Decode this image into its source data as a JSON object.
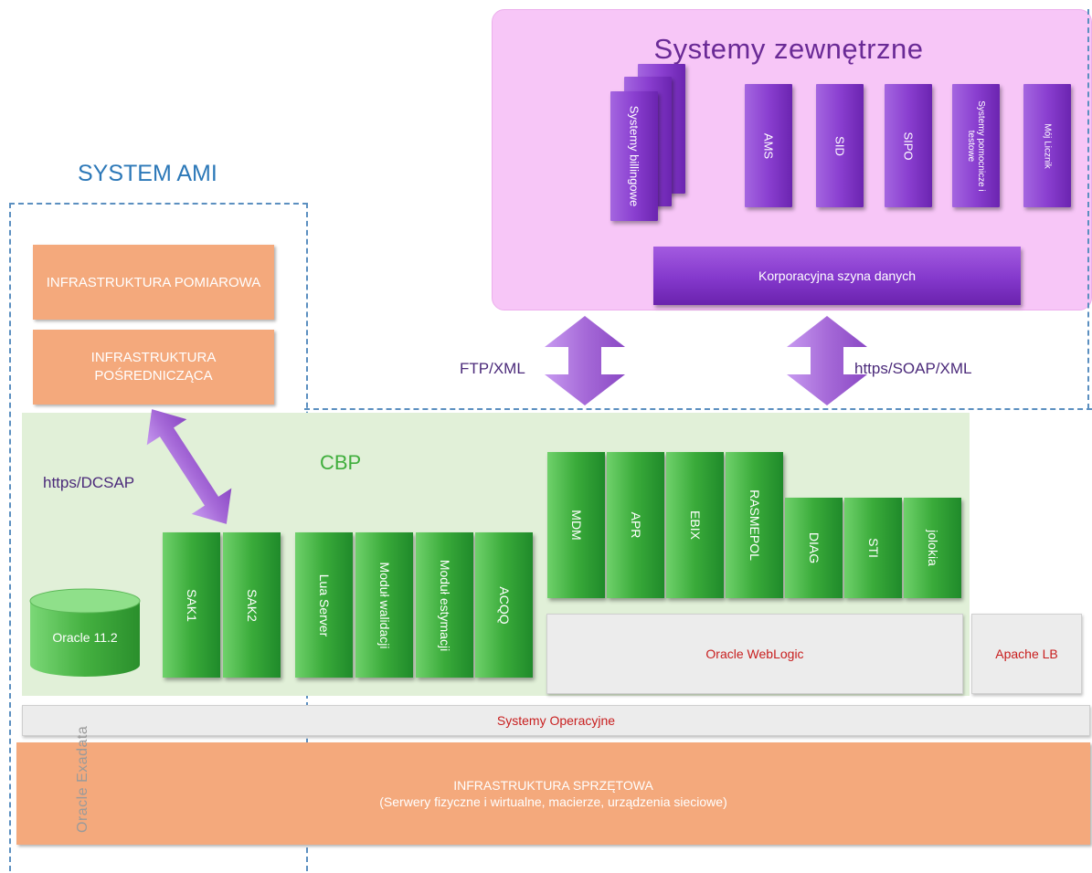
{
  "external": {
    "title": "Systemy zewnętrzne",
    "billing": "Systemy billingowe",
    "systems": [
      "AMS",
      "SID",
      "SIPO",
      "Systemy pomocnicze i testowe",
      "Mój Licznik"
    ],
    "bus": "Korporacyjna szyna danych"
  },
  "ami": {
    "title": "SYSTEM AMI",
    "infra_measure": "INFRASTRUKTURA POMIAROWA",
    "infra_intermediate": "INFRASTRUKTURA POŚREDNICZĄCA"
  },
  "protocols": {
    "ftp": "FTP/XML",
    "soap": "https/SOAP/XML",
    "dcsap": "https/DCSAP"
  },
  "cbp": {
    "title": "CBP",
    "oracle_db": "Oracle 11.2",
    "left_modules": [
      "SAK1",
      "SAK2",
      "Lua Server",
      "Moduł walidacji",
      "Moduł estymacji",
      "ACQQ"
    ],
    "right_modules": [
      "MDM",
      "APR",
      "EBIX",
      "RASMEPOL",
      "DIAG",
      "STI",
      "jolokia"
    ]
  },
  "platform": {
    "weblogic": "Oracle WebLogic",
    "apache": "Apache LB",
    "os": "Systemy Operacyjne",
    "hw_title": "INFRASTRUKTURA SPRZĘTOWA",
    "hw_subtitle": "(Serwery fizyczne i wirtualne, macierze, urządzenia sieciowe)",
    "exadata": "Oracle Exadata"
  },
  "colors": {
    "purple": "#8a3fd0",
    "green": "#3aab3a",
    "orange": "#f4a97c",
    "pink_panel": "#f7c6f7",
    "cbp_panel": "#e1f0d8",
    "arrow": "#a66ad8"
  }
}
